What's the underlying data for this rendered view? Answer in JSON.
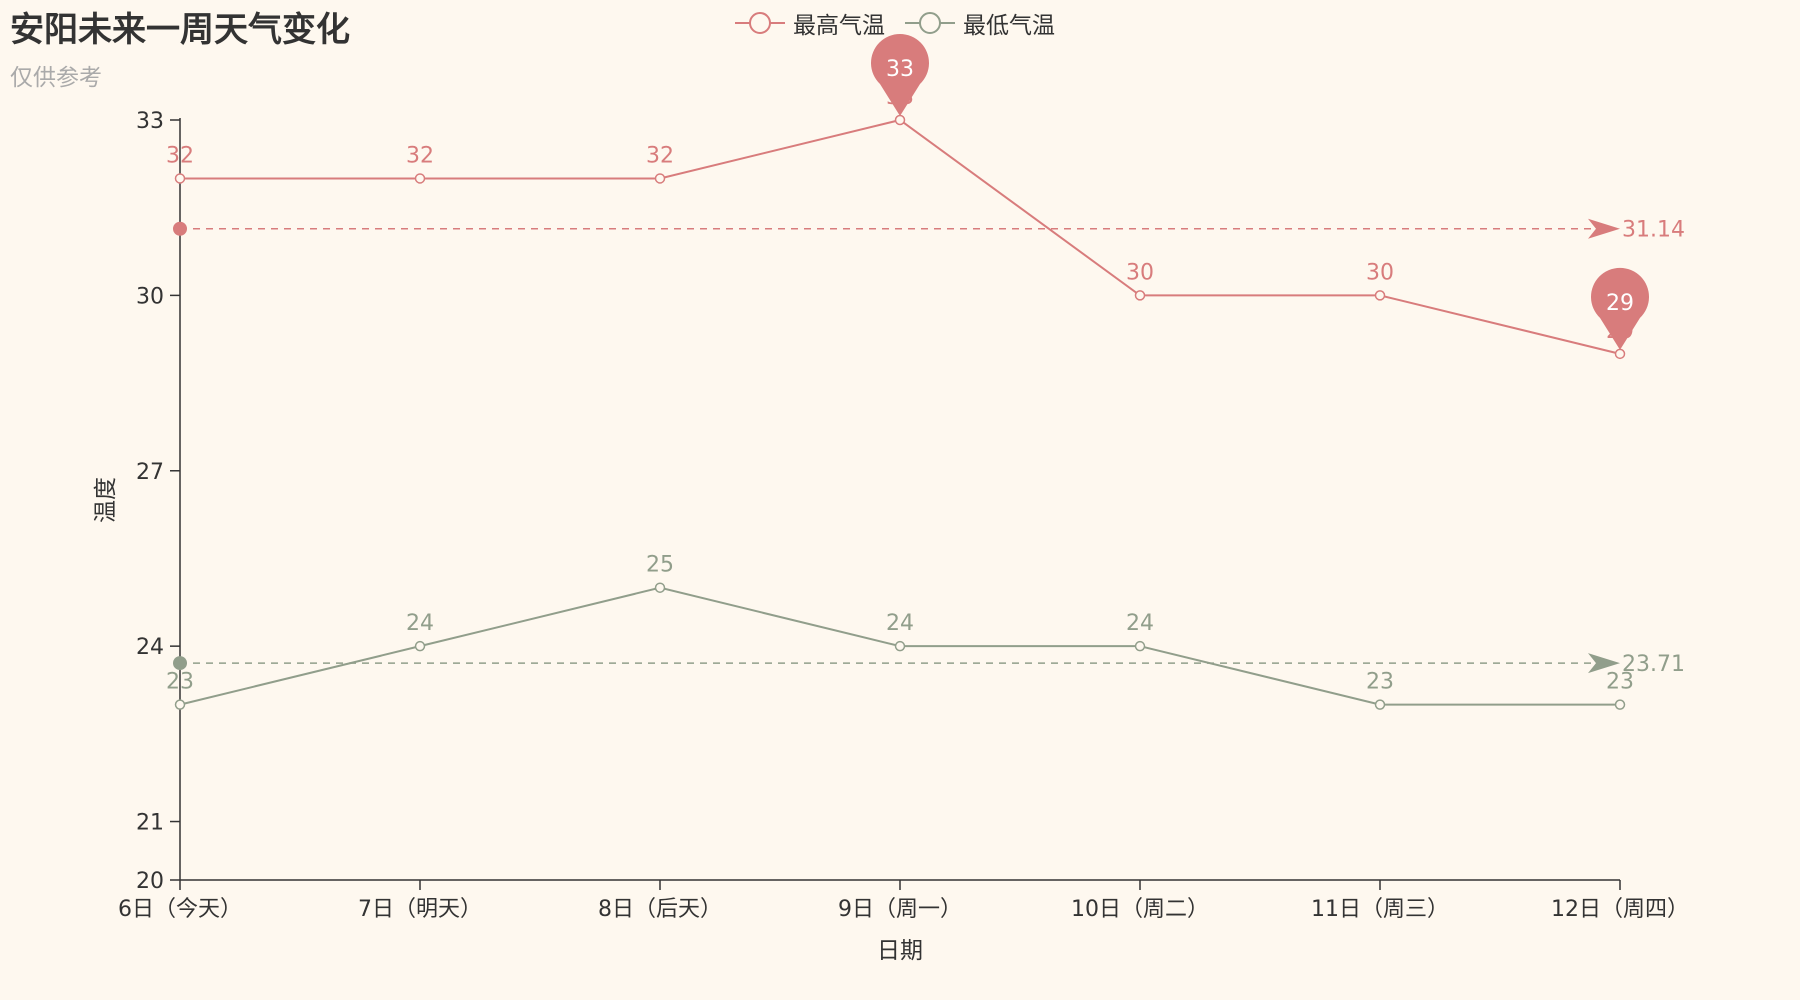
{
  "chart_data": {
    "type": "line",
    "title": "安阳未来一周天气变化",
    "subtitle": "仅供参考",
    "xlabel": "日期",
    "ylabel": "温度",
    "categories": [
      "6日（今天）",
      "7日（明天）",
      "8日（后天）",
      "9日（周一）",
      "10日（周二）",
      "11日（周三）",
      "12日（周四）"
    ],
    "ylim": [
      20,
      33
    ],
    "yticks": [
      20,
      21,
      24,
      27,
      30,
      33
    ],
    "grid": false,
    "legend_position": "top-center",
    "series": [
      {
        "name": "最高气温",
        "color": "#d87c7c",
        "values": [
          32,
          32,
          32,
          33,
          30,
          30,
          29
        ],
        "mark_points": [
          {
            "label": "33",
            "index": 3
          },
          {
            "label": "29",
            "index": 6
          }
        ],
        "average_line": {
          "value": 31.14,
          "label": "31.14"
        }
      },
      {
        "name": "最低气温",
        "color": "#919e8b",
        "values": [
          23,
          24,
          25,
          24,
          24,
          23,
          23
        ],
        "mark_points": [],
        "average_line": {
          "value": 23.71,
          "label": "23.71"
        }
      }
    ]
  }
}
